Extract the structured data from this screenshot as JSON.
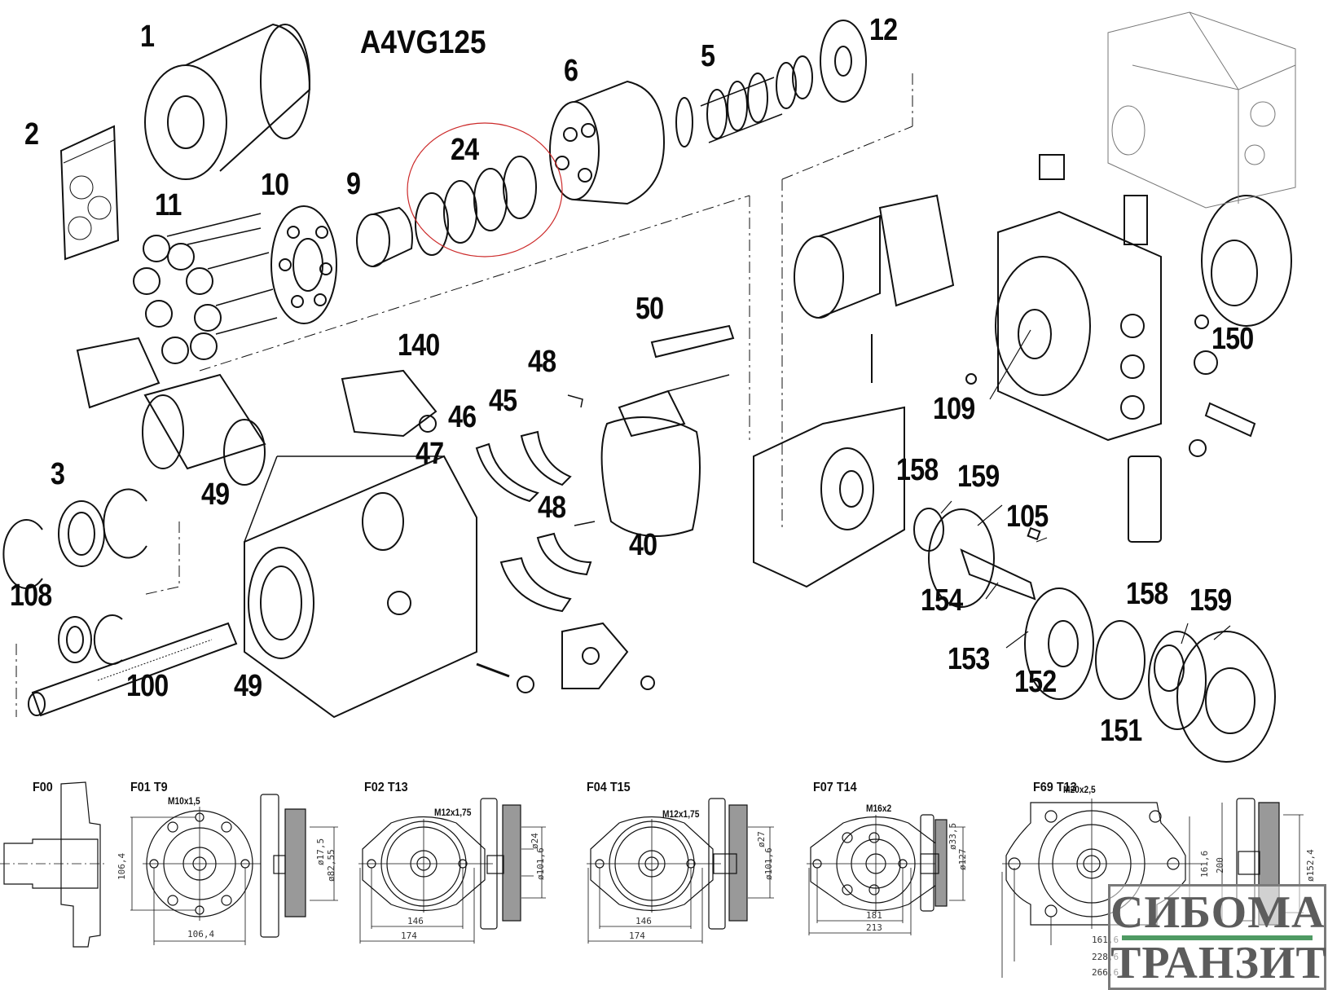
{
  "diagram": {
    "title": "A4VG125",
    "type": "exploded parts diagram",
    "highlight_color": "#cc2a2a",
    "line_color": "#111111",
    "part_labels": [
      {
        "id": "1"
      },
      {
        "id": "2"
      },
      {
        "id": "3"
      },
      {
        "id": "5"
      },
      {
        "id": "6"
      },
      {
        "id": "9"
      },
      {
        "id": "10"
      },
      {
        "id": "11"
      },
      {
        "id": "12"
      },
      {
        "id": "24",
        "highlighted": true
      },
      {
        "id": "40"
      },
      {
        "id": "45"
      },
      {
        "id": "46"
      },
      {
        "id": "47"
      },
      {
        "id": "48"
      },
      {
        "id": "48"
      },
      {
        "id": "49"
      },
      {
        "id": "49"
      },
      {
        "id": "50"
      },
      {
        "id": "100"
      },
      {
        "id": "105"
      },
      {
        "id": "108"
      },
      {
        "id": "109"
      },
      {
        "id": "140"
      },
      {
        "id": "150"
      },
      {
        "id": "151"
      },
      {
        "id": "152"
      },
      {
        "id": "153"
      },
      {
        "id": "154"
      },
      {
        "id": "158"
      },
      {
        "id": "158"
      },
      {
        "id": "159"
      },
      {
        "id": "159"
      }
    ]
  },
  "flanges": [
    {
      "name": "F00",
      "thread": "",
      "dims": []
    },
    {
      "name": "F01 T9",
      "thread": "M10x1,5",
      "dims": [
        "106,4",
        "106,4",
        "ø17,5",
        "ø82,55"
      ]
    },
    {
      "name": "F02 T13",
      "thread": "M12x1,75",
      "dims": [
        "146",
        "174",
        "ø24",
        "ø101,6"
      ]
    },
    {
      "name": "F04 T15",
      "thread": "M12x1,75",
      "dims": [
        "146",
        "174",
        "ø27",
        "ø101,6"
      ]
    },
    {
      "name": "F07  T14",
      "thread": "M16x2",
      "dims": [
        "181",
        "213",
        "ø33,5",
        "ø127"
      ]
    },
    {
      "name": "F69  T13",
      "thread": "M20x2,5",
      "dims": [
        "161,6",
        "228,6",
        "266,6",
        "161,6",
        "200",
        "ø152,4"
      ]
    }
  ],
  "watermark": {
    "line1": "СИБОМА",
    "line2": "ТРАНЗИТ",
    "bar_color": "#4f9a63",
    "text_color": "#5c5c5c"
  }
}
